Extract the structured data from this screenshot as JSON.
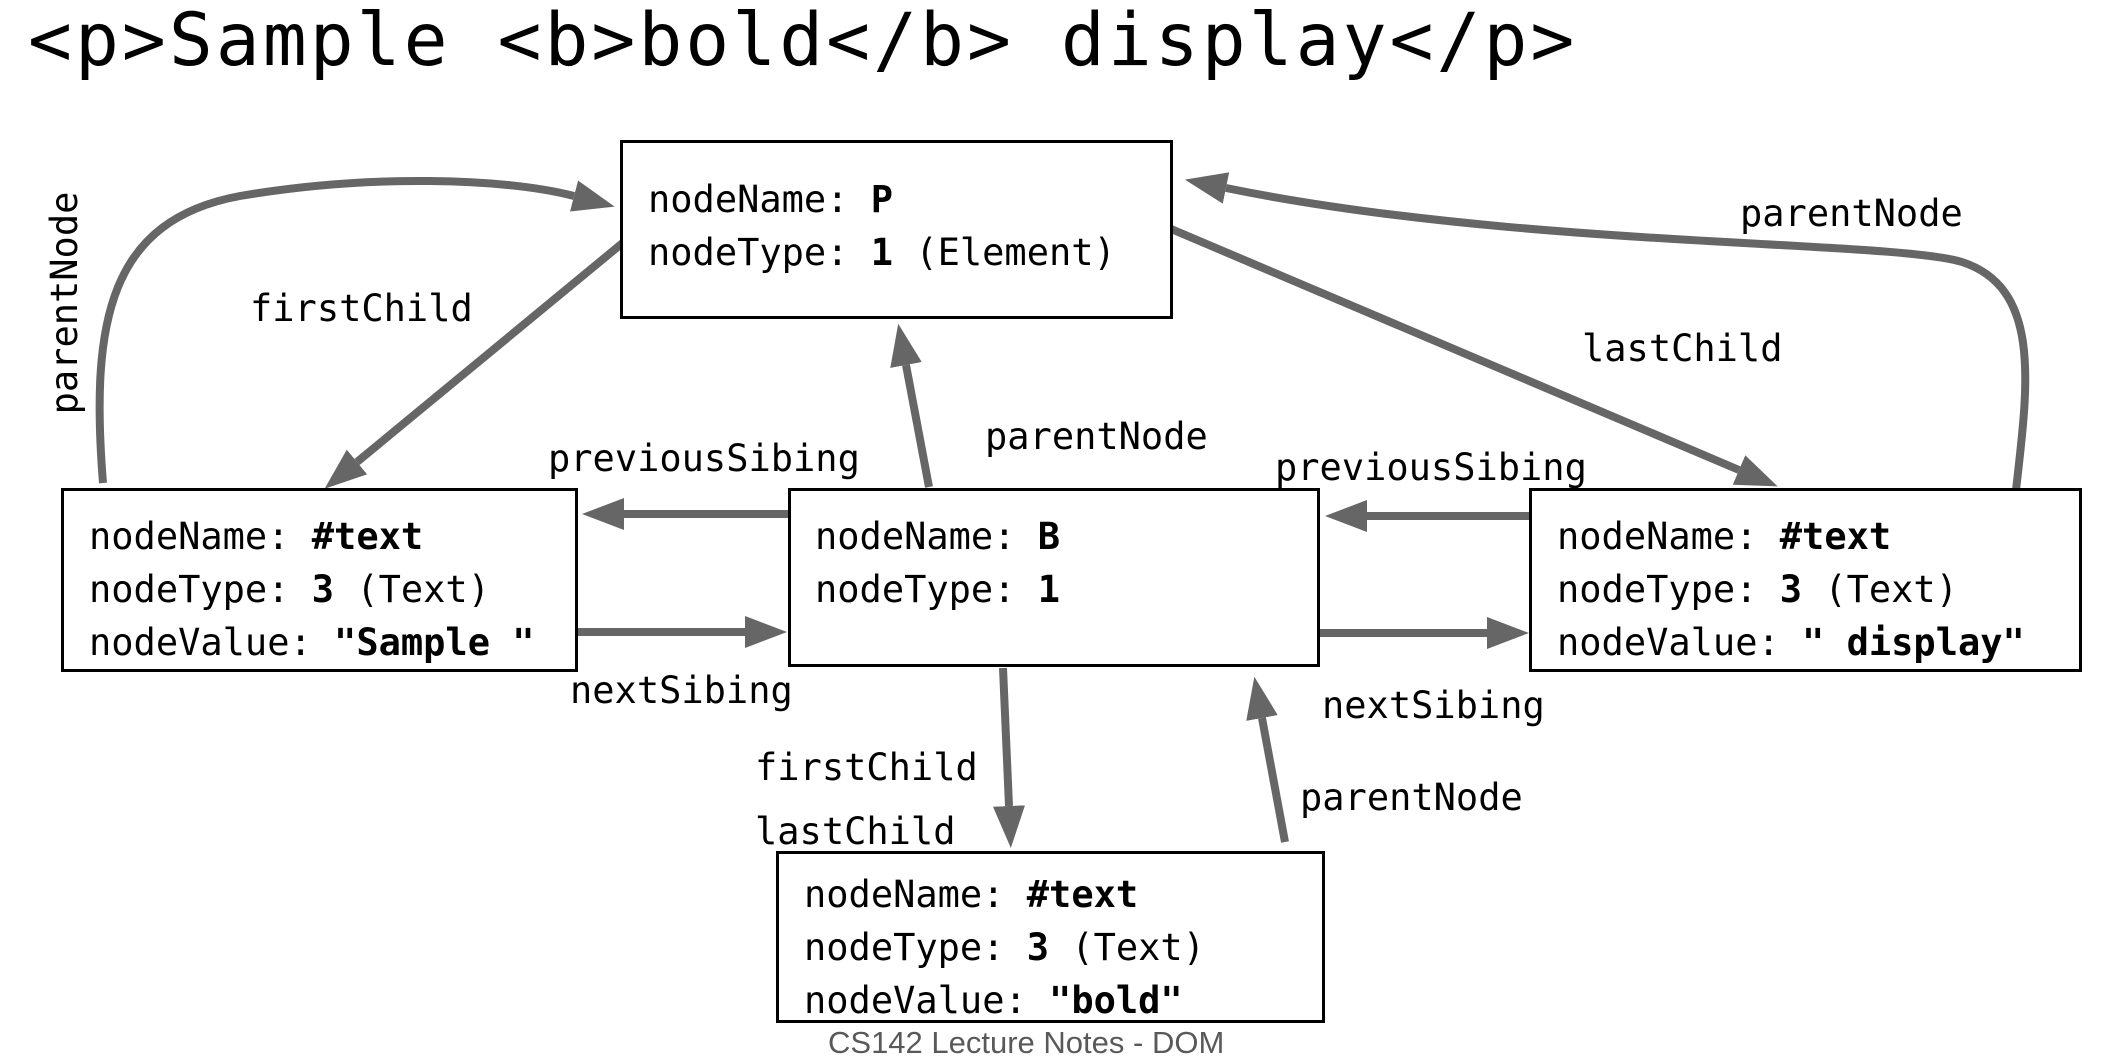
{
  "title": "<p>Sample <b>bold</b> display</p>",
  "footer": "CS142 Lecture Notes - DOM",
  "colors": {
    "arrow": "#666666",
    "border": "#000000",
    "text": "#000000",
    "footer_text": "#595959"
  },
  "nodes": {
    "p": {
      "lines": [
        {
          "pre": "nodeName: ",
          "bold": "P",
          "post": ""
        },
        {
          "pre": "nodeType: ",
          "bold": "1",
          "post": " (Element)"
        }
      ]
    },
    "sample": {
      "lines": [
        {
          "pre": "nodeName: ",
          "bold": "#text",
          "post": ""
        },
        {
          "pre": "nodeType: ",
          "bold": "3",
          "post": " (Text)"
        },
        {
          "pre": "nodeValue: ",
          "bold": "\"Sample \"",
          "post": ""
        }
      ]
    },
    "b": {
      "lines": [
        {
          "pre": "nodeName: ",
          "bold": "B",
          "post": ""
        },
        {
          "pre": "nodeType: ",
          "bold": "1",
          "post": ""
        }
      ]
    },
    "display": {
      "lines": [
        {
          "pre": "nodeName: ",
          "bold": "#text",
          "post": ""
        },
        {
          "pre": "nodeType: ",
          "bold": "3",
          "post": " (Text)"
        },
        {
          "pre": "nodeValue: ",
          "bold": "\" display\"",
          "post": ""
        }
      ]
    },
    "bold": {
      "lines": [
        {
          "pre": "nodeName: ",
          "bold": "#text",
          "post": ""
        },
        {
          "pre": "nodeType: ",
          "bold": "3",
          "post": " (Text)"
        },
        {
          "pre": "nodeValue: ",
          "bold": "\"bold\"",
          "post": ""
        }
      ]
    }
  },
  "edge_labels": {
    "parentnode_left": "parentNode",
    "firstchild_top": "firstChild",
    "parentnode_center": "parentNode",
    "previoussibing_left": "previousSibing",
    "previoussibing_right": "previousSibing",
    "lastchild_top": "lastChild",
    "parentnode_right": "parentNode",
    "nextsibing_left": "nextSibing",
    "firstchild_bottom": "firstChild",
    "lastchild_bottom": "lastChild",
    "nextsibing_right": "nextSibing",
    "parentnode_bottom": "parentNode"
  }
}
